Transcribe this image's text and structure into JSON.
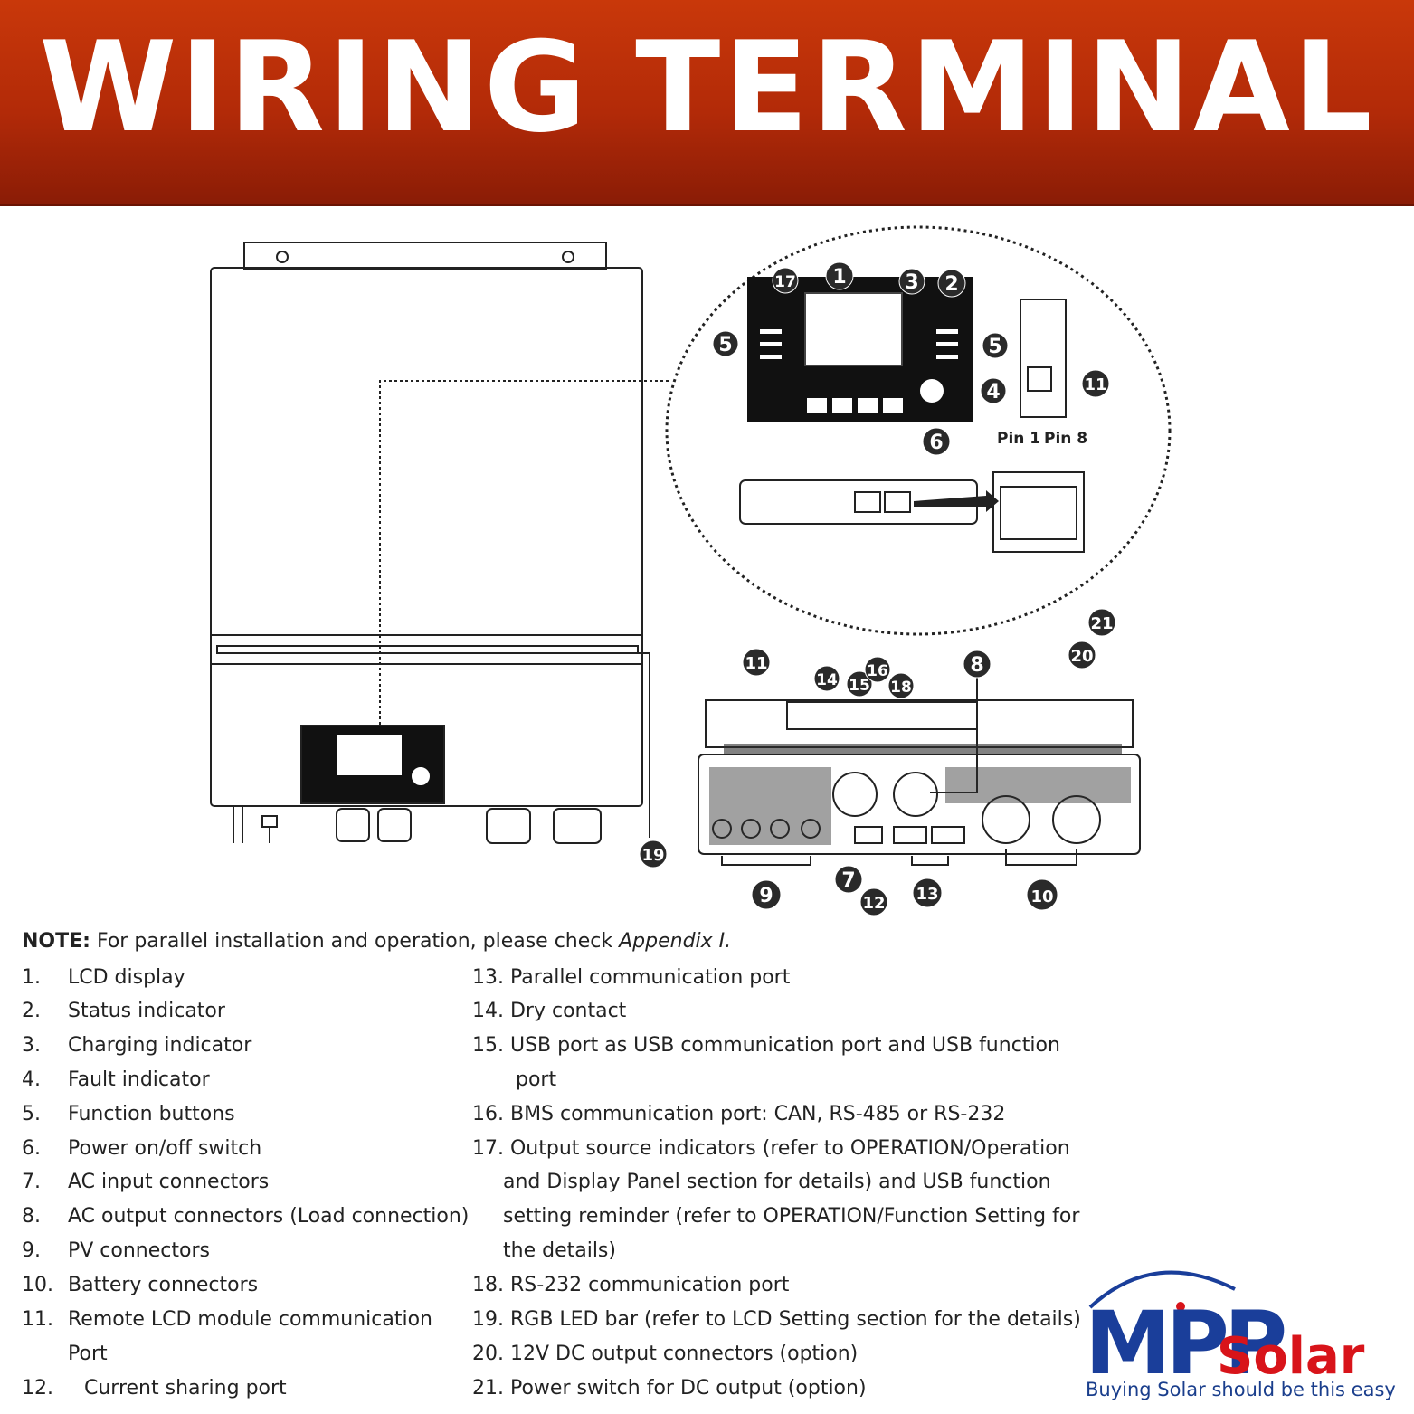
{
  "banner": {
    "title": "WIRING TERMINAL"
  },
  "diagram": {
    "callouts": [
      "1",
      "2",
      "3",
      "4",
      "5",
      "6",
      "7",
      "8",
      "9",
      "10",
      "11",
      "12",
      "13",
      "14",
      "15",
      "16",
      "17",
      "18",
      "19",
      "20",
      "21"
    ],
    "pin_left": "Pin 1",
    "pin_right": "Pin 8"
  },
  "note": {
    "label": "NOTE:",
    "text": "For parallel installation and operation, please check",
    "ref": "Appendix I."
  },
  "legend_left": [
    {
      "n": "1.",
      "t": "LCD display"
    },
    {
      "n": "2.",
      "t": "Status indicator"
    },
    {
      "n": "3.",
      "t": "Charging indicator"
    },
    {
      "n": "4.",
      "t": "Fault indicator"
    },
    {
      "n": "5.",
      "t": "Function buttons"
    },
    {
      "n": "6.",
      "t": "Power on/off switch"
    },
    {
      "n": "7.",
      "t": "AC input connectors"
    },
    {
      "n": "8.",
      "t": "AC output connectors (Load connection)"
    },
    {
      "n": "9.",
      "t": "PV connectors"
    },
    {
      "n": "10.",
      "t": "Battery connectors"
    },
    {
      "n": "11.",
      "t": "Remote LCD module communication"
    },
    {
      "n": "",
      "t": "Port"
    },
    {
      "n": "12.",
      "t": "Current sharing port"
    }
  ],
  "legend_right": [
    "13. Parallel communication port",
    "14. Dry contact",
    "15. USB port as USB communication port and USB function",
    "port",
    "16. BMS communication port: CAN, RS-485 or RS-232",
    "17. Output source indicators (refer to OPERATION/Operation",
    "and Display Panel section for details) and USB function",
    "setting reminder (refer to OPERATION/Function Setting for",
    "the details)",
    "18. RS-232 communication port",
    "19. RGB LED bar (refer to LCD Setting section for the details)",
    "20. 12V DC output connectors (option)",
    "21. Power switch for DC output (option)"
  ],
  "logo": {
    "brand": "MPP",
    "word": "Solar",
    "tagline": "Buying Solar should be this easy"
  },
  "colors": {
    "banner": "#b22a08",
    "logo_blue": "#1a3e9a",
    "logo_red": "#d8141a"
  }
}
